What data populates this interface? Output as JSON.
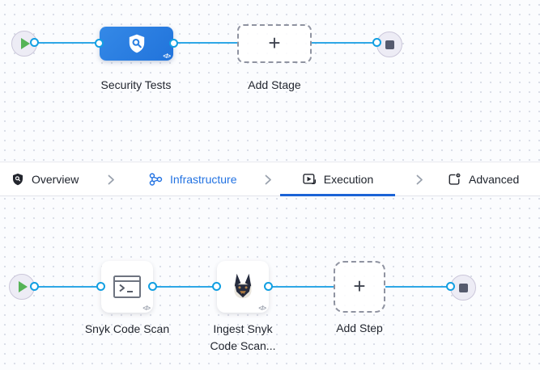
{
  "stage_graph": {
    "stage": {
      "label": "Security Tests",
      "code_badge": "</>"
    },
    "add_stage": {
      "label": "Add Stage",
      "plus": "+"
    }
  },
  "tab_bar": {
    "tabs": [
      {
        "label": "Overview"
      },
      {
        "label": "Infrastructure"
      },
      {
        "label": "Execution"
      },
      {
        "label": "Advanced"
      }
    ],
    "active_tab": "Execution"
  },
  "step_graph": {
    "steps": [
      {
        "label": "Snyk Code Scan",
        "code_badge": "</>"
      },
      {
        "label": "Ingest Snyk Code Scan...",
        "code_badge": "</>"
      }
    ],
    "add_step": {
      "label": "Add Step",
      "plus": "+"
    }
  },
  "colors": {
    "connector_blue": "#2ea7e6",
    "stage_blue": "#2b80e2",
    "active_tab_underline": "#1b63d6",
    "link_blue": "#2272e2",
    "play_green": "#55b356",
    "stop_gray": "#565b6e",
    "canvas_bg": "#fbfcfe",
    "dot_color": "#d9dde7"
  }
}
